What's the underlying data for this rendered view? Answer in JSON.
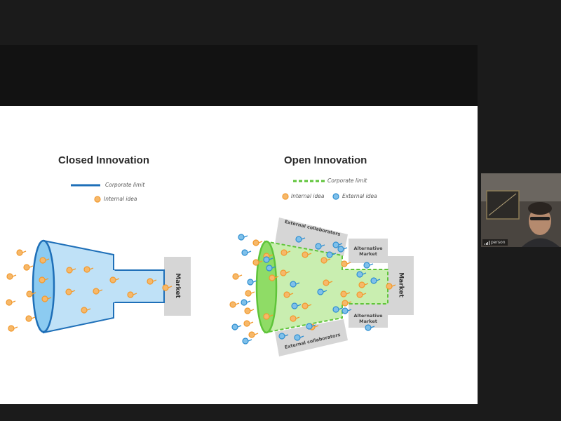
{
  "slide": {
    "closed": {
      "title": "Closed Innovation",
      "legend_limit": "Corporate limit",
      "legend_internal": "Internal idea",
      "market_label": "Market"
    },
    "open": {
      "title": "Open Innovation",
      "legend_limit": "Corporate limit",
      "legend_internal": "Internal idea",
      "legend_external": "External idea",
      "market_label": "Market",
      "collab_top": "External collaborators",
      "collab_bottom": "External collaborators",
      "alt_market_top": "Alternative Market",
      "alt_market_bottom": "Alternative Market"
    },
    "colors": {
      "internal_idea": "#f29a2e",
      "external_idea": "#2f8fd1",
      "closed_fill": "#bfe1f7",
      "closed_stroke": "#1e6fb8",
      "open_fill": "#c9eeb0",
      "open_stroke": "#5fc43a",
      "panel_gray": "#d6d6d6"
    }
  },
  "participant": {
    "name": "person"
  }
}
